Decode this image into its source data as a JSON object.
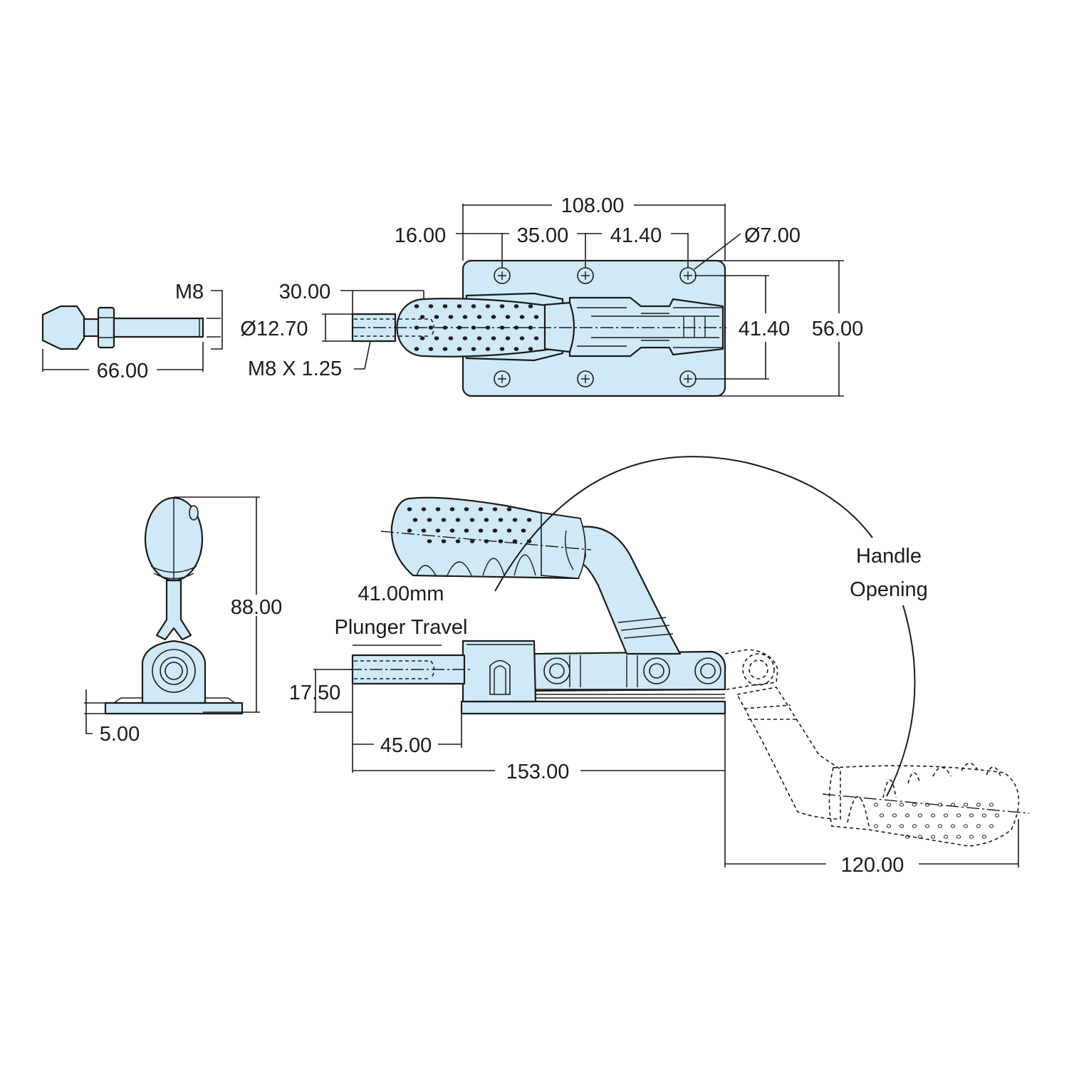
{
  "colors": {
    "part_fill": "#cfe9f7",
    "line": "#1b1b1b",
    "background": "#ffffff"
  },
  "top_view": {
    "dim_108": "108.00",
    "dim_16": "16.00",
    "dim_35": "35.00",
    "dim_41_40_top": "41.40",
    "dim_hole": "Ø7.00",
    "dim_30": "30.00",
    "dim_dia_12_70": "Ø12.70",
    "dim_thread": "M8 X  1.25",
    "dim_41_40_side": "41.40",
    "dim_56": "56.00"
  },
  "spindle_view": {
    "dim_m8": "M8",
    "dim_66": "66.00"
  },
  "end_view": {
    "dim_88": "88.00",
    "dim_5": "5.00"
  },
  "side_view": {
    "travel_value": "41.00mm",
    "travel_label": "Plunger Travel",
    "dim_17_50": "17.50",
    "dim_45": "45.00",
    "dim_153": "153.00",
    "dim_120": "120.00",
    "handle_label_1": "Handle",
    "handle_label_2": "Opening"
  }
}
